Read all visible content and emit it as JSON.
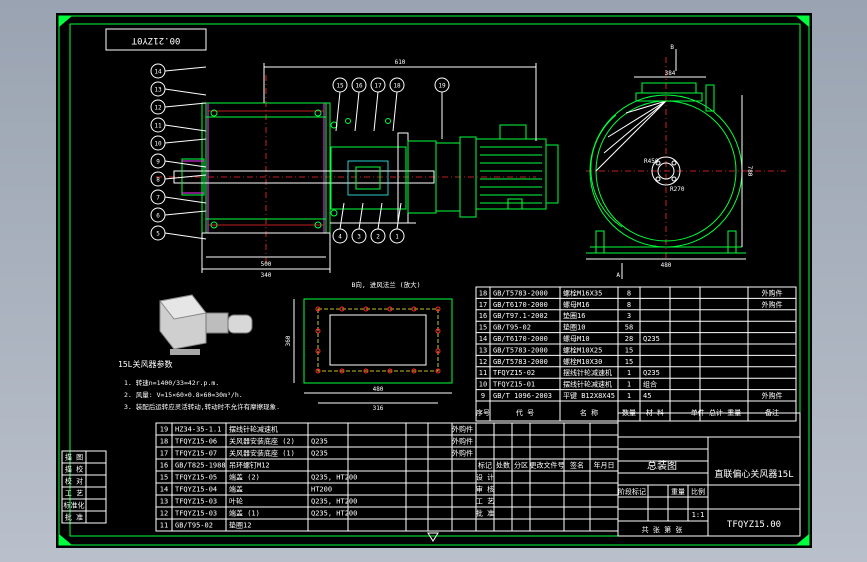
{
  "stamp": "00.21ZY0T",
  "leader_numbers": [
    "14",
    "13",
    "12",
    "11",
    "10",
    "9",
    "8",
    "7",
    "6",
    "5",
    "4",
    "3",
    "2",
    "1",
    "18",
    "17",
    "16",
    "15",
    "19"
  ],
  "bottom_leaders": [
    "4",
    "3",
    "2",
    "1"
  ],
  "dimensions": {
    "overall_width": "610",
    "left_span": "500",
    "left_inner": "340",
    "right_top": "384",
    "right_height": "780",
    "flange_width": "480",
    "flange_inner": "316",
    "flange_height": "360",
    "radius_1": "R450",
    "radius_2": "R270",
    "view_mark_b": "B",
    "view_mark_a": "A"
  },
  "flange_title": "B向, 进风法兰 (放大)",
  "notes": {
    "title": "15L关风器参数",
    "lines": [
      "1.  转速n=1400/33=42r.p.m.",
      "2.  风量: V=15×60×0.8×60=30m³/h.",
      "3.  装配后运转应灵活转动,转动时不允许有摩擦现象."
    ]
  },
  "parts_right": [
    {
      "no": "18",
      "code": "GB/T5783-2000",
      "name": "螺栓M16X35",
      "qty": "8",
      "mat": "",
      "note": "外购件"
    },
    {
      "no": "17",
      "code": "GB/T6170-2000",
      "name": "螺母M16",
      "qty": "8",
      "mat": "",
      "note": "外购件"
    },
    {
      "no": "16",
      "code": "GB/T97.1-2002",
      "name": "垫圈16",
      "qty": "3",
      "mat": "",
      "note": ""
    },
    {
      "no": "15",
      "code": "GB/T95-02",
      "name": "垫圈10",
      "qty": "58",
      "mat": "",
      "note": ""
    },
    {
      "no": "14",
      "code": "GB/T6170-2000",
      "name": "螺母M10",
      "qty": "28",
      "mat": "Q235",
      "note": ""
    },
    {
      "no": "13",
      "code": "GB/T5783-2000",
      "name": "螺栓M10X25",
      "qty": "15",
      "mat": "",
      "note": ""
    },
    {
      "no": "12",
      "code": "GB/T5783-2000",
      "name": "螺栓M10X30",
      "qty": "15",
      "mat": "",
      "note": ""
    },
    {
      "no": "11",
      "code": "TFQYZ15-02",
      "name": "摆线针轮减速机",
      "qty": "1",
      "mat": "Q235",
      "note": ""
    },
    {
      "no": "10",
      "code": "TFQYZ15-01",
      "name": "摆线针轮减速机",
      "qty": "1",
      "mat": "组合",
      "note": ""
    },
    {
      "no": "9",
      "code": "GB/T 1096-2003",
      "name": "平键 B12X8X45",
      "qty": "1",
      "mat": "45",
      "note": "外购件"
    }
  ],
  "header_right": [
    "序号",
    "代   号",
    "名   称",
    "数量",
    "材   料",
    "单件 总计 重量",
    "备注"
  ],
  "parts_bottom": [
    {
      "no": "19",
      "code": "HZ34-35-1.1",
      "name": "摆线针轮减速机",
      "qty": "",
      "mat": "",
      "note": "外购件"
    },
    {
      "no": "18",
      "code": "TFQYZ15-06",
      "name": "关风器安装底座 (2)",
      "qty": "",
      "mat": "Q235",
      "note": "外购件"
    },
    {
      "no": "17",
      "code": "TFQYZ15-07",
      "name": "关风器安装底座 (1)",
      "qty": "",
      "mat": "Q235",
      "note": "外购件"
    },
    {
      "no": "16",
      "code": "GB/T825-1988",
      "name": "吊环螺钉M12",
      "qty": "",
      "mat": "",
      "note": ""
    },
    {
      "no": "15",
      "code": "TFQYZ15-05",
      "name": "端盖 (2)",
      "qty": "",
      "mat": "Q235, HT200",
      "note": ""
    },
    {
      "no": "14",
      "code": "TFQYZ15-04",
      "name": "端盖",
      "qty": "",
      "mat": "HT200",
      "note": ""
    },
    {
      "no": "13",
      "code": "TFQYZ15-03",
      "name": "叶轮",
      "qty": "",
      "mat": "Q235, HT200",
      "note": ""
    },
    {
      "no": "12",
      "code": "TFQYZ15-03",
      "name": "端盖 (1)",
      "qty": "",
      "mat": "Q235, HT200",
      "note": ""
    },
    {
      "no": "11",
      "code": "GB/T95-02",
      "name": "垫圈12",
      "qty": "",
      "mat": "",
      "note": ""
    }
  ],
  "left_stamp_rows": [
    "描 图",
    "描 校",
    "校 对",
    "工 艺",
    "标准化",
    "批 准"
  ],
  "sign_header": [
    "标记",
    "处数",
    "分区",
    "更改文件号",
    "签名",
    "年月日"
  ],
  "sign_rows": [
    "设 计",
    "审 核",
    "工 艺",
    "批 准"
  ],
  "assembly_label": "总装图",
  "drawing_title": "直联偏心关风器15L",
  "stage_header": [
    "阶段标记",
    "重量",
    "比例"
  ],
  "scale": "1:1",
  "sheet_info": "共  张  第  张",
  "drawing_number": "TFQYZ15.00",
  "colors": {
    "frame": "#00ff3c",
    "line": "#ffffff",
    "center": "#ff2a2a",
    "paper": "#000000"
  }
}
